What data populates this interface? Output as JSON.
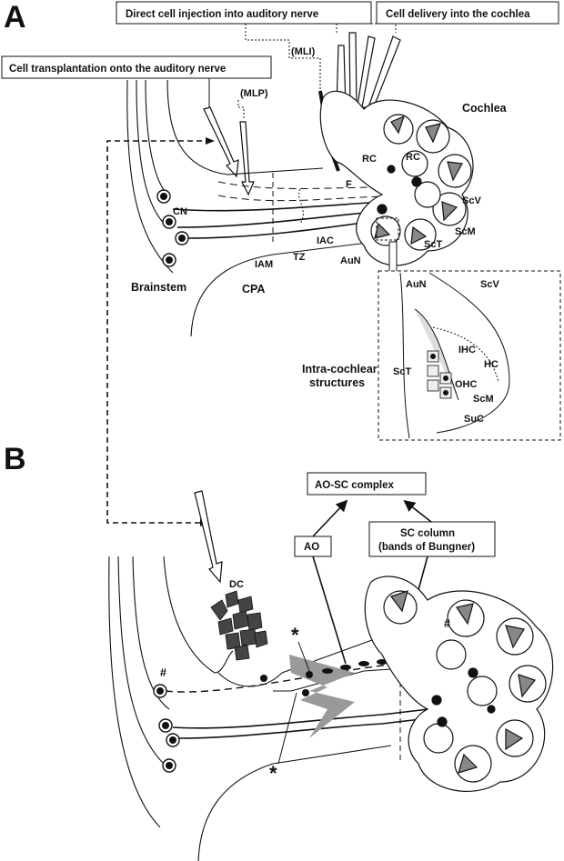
{
  "panel_a": {
    "letter": "A",
    "box_injection": "Direct cell injection into auditory nerve",
    "box_delivery": "Cell delivery into the cochlea",
    "box_transplant": "Cell transplantation onto the auditory nerve",
    "mli": "(MLI)",
    "mlp": "(MLP)",
    "cochlea": "Cochlea",
    "rc": "RC",
    "f": "F",
    "scv": "ScV",
    "scm": "ScM",
    "sct": "ScT",
    "cn": "CN",
    "iam": "IAM",
    "tz": "TZ",
    "iac": "IAC",
    "aun": "AuN",
    "brainstem": "Brainstem",
    "cpa": "CPA",
    "inset_title_1": "Intra-cochlear",
    "inset_title_2": "structures",
    "inset_aun": "AuN",
    "inset_scv": "ScV",
    "inset_ihc": "IHC",
    "inset_hc": "HC",
    "inset_ohc": "OHC",
    "inset_sct": "ScT",
    "inset_scm": "ScM",
    "inset_suc": "SuC"
  },
  "panel_b": {
    "letter": "B",
    "box_complex": "AO-SC complex",
    "box_ao": "AO",
    "box_sc_1": "SC column",
    "box_sc_2": "(bands of Bungner)",
    "dc": "DC",
    "hash": "#",
    "star": "*"
  }
}
